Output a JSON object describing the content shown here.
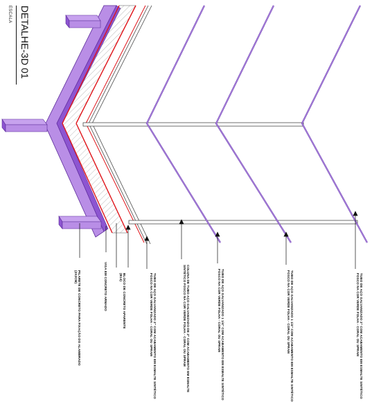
{
  "title": {
    "text": "DETALHE-3D 01",
    "scale": "ESCALA"
  },
  "labels": [
    {
      "id": "pilar",
      "lines": [
        "PILARETE DE CONCRETO PARA FIXAÇÃO DO ALAMBRADO",
        "(2X2CM)"
      ]
    },
    {
      "id": "viga",
      "lines": [
        "VIGA EM CONCRETO ARMADO"
      ]
    },
    {
      "id": "bloco",
      "lines": [
        "BLOCO DE CONCRETO APARENTE",
        "(B14)"
      ]
    },
    {
      "id": "tubo-base",
      "lines": [
        "TUBO DE AÇO GALVANIZADO 2\" COM ACABAMENTO EM ESMALTE SINTÉTICO",
        "FOSCO NA COR VERDE FOLHA - CORAL OU SPRAM"
      ]
    },
    {
      "id": "coluna",
      "lines": [
        "COLUNA DE TUBO AÇO GALVANIZADO DE 2\" COM ACABAMENTO EM ESMALTE",
        "SINTÉTICO FOSCO NA COR VERDE FOLHA - CORAL OU SPRAM"
      ]
    },
    {
      "id": "tubo-1",
      "lines": [
        "TUBO DE AÇO GALVANIZADO 1 1/4\" COM ACABAMENTO EM ESMALTE SINTÉTICO",
        "FOSCO NA COR VERDE FOLHA - CORAL OU SPRAM"
      ]
    },
    {
      "id": "tubo-2",
      "lines": [
        "TUBO DE AÇO GALVANIZADO 1 1/4\" COM ACABAMENTO EM ESMALTE SINTÉTICO",
        "FOSCO NA COR VERDE FOLHA - CORAL OU SPRAM"
      ]
    },
    {
      "id": "tubo-top",
      "lines": [
        "TUBO DE AÇO GALVANIZADO 2\" COM ACABAMENTO EM ESMALTE SINTÉTICO",
        "FOSCO NA COR VERDE FOLHA - CORAL OU SPRAM"
      ]
    }
  ],
  "colors": {
    "concrete": "#b98ee6",
    "concrete_dark": "#7a3fbf",
    "wall_edge": "#e0151b",
    "pipe": "#4a4a4a",
    "line": "#111111"
  }
}
